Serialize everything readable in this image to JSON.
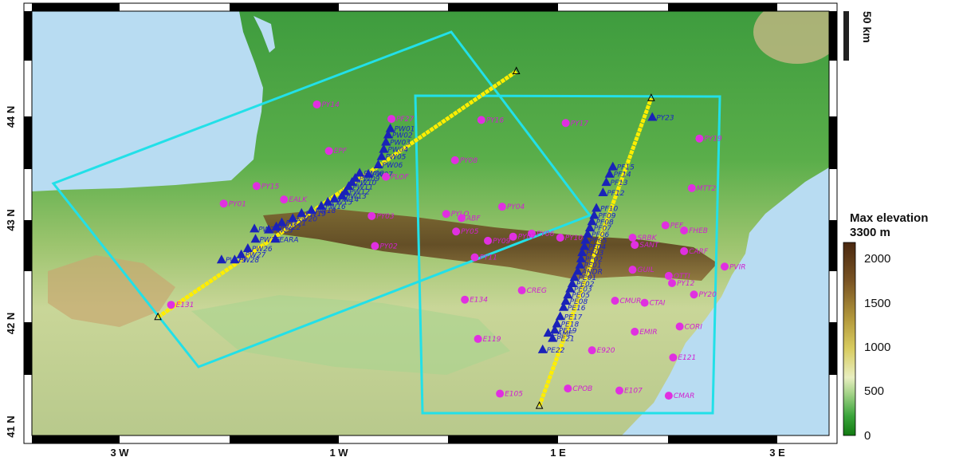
{
  "map": {
    "lon_labels": [
      {
        "text": "3 W",
        "lon": -3
      },
      {
        "text": "1 W",
        "lon": -1
      },
      {
        "text": "1 E",
        "lon": 1
      },
      {
        "text": "3 E",
        "lon": 3
      }
    ],
    "lat_labels": [
      {
        "text": "41 N",
        "lat": 41
      },
      {
        "text": "42 N",
        "lat": 42
      },
      {
        "text": "43 N",
        "lat": 43
      },
      {
        "text": "44 N",
        "lat": 44
      }
    ],
    "scale_bar": {
      "label": "50 km"
    },
    "legend": {
      "title_line1": "Max elevation",
      "title_line2": "3300 m",
      "ticks": [
        "2000",
        "1500",
        "1000",
        "500",
        "0"
      ]
    },
    "colors": {
      "sea": "#b8dcf2",
      "profile_box": "#22e0e8",
      "profile_line": "#ffee00",
      "blue_station": "#1a22b8",
      "magenta_station": "#e030e0",
      "blue_label": "#1a22c8",
      "magenta_label": "#d020d0"
    },
    "blue_stations": [
      {
        "name": "PY23",
        "lon": 1.86,
        "lat": 44.0
      },
      {
        "name": "PF15",
        "lon": 1.5,
        "lat": 43.52
      },
      {
        "name": "PF14",
        "lon": 1.47,
        "lat": 43.45
      },
      {
        "name": "PF13",
        "lon": 1.44,
        "lat": 43.37
      },
      {
        "name": "PF12",
        "lon": 1.41,
        "lat": 43.27
      },
      {
        "name": "PF10",
        "lon": 1.35,
        "lat": 43.12
      },
      {
        "name": "PF09",
        "lon": 1.33,
        "lat": 43.05
      },
      {
        "name": "PF08",
        "lon": 1.31,
        "lat": 42.99
      },
      {
        "name": "PF07",
        "lon": 1.29,
        "lat": 42.93
      },
      {
        "name": "PF06",
        "lon": 1.27,
        "lat": 42.87
      },
      {
        "name": "PF05",
        "lon": 1.25,
        "lat": 42.81
      },
      {
        "name": "PF04",
        "lon": 1.24,
        "lat": 42.75
      },
      {
        "name": "PF03",
        "lon": 1.22,
        "lat": 42.69
      },
      {
        "name": "PF02",
        "lon": 1.21,
        "lat": 42.63
      },
      {
        "name": "PF01",
        "lon": 1.2,
        "lat": 42.57
      },
      {
        "name": "ANDR",
        "lon": 1.18,
        "lat": 42.51
      },
      {
        "name": "PE01",
        "lon": 1.15,
        "lat": 42.45
      },
      {
        "name": "PE02",
        "lon": 1.13,
        "lat": 42.39
      },
      {
        "name": "PE03",
        "lon": 1.11,
        "lat": 42.34
      },
      {
        "name": "PE05",
        "lon": 1.09,
        "lat": 42.28
      },
      {
        "name": "PE08",
        "lon": 1.07,
        "lat": 42.22
      },
      {
        "name": "PE16",
        "lon": 1.05,
        "lat": 42.16
      },
      {
        "name": "PE17",
        "lon": 1.02,
        "lat": 42.07
      },
      {
        "name": "PE18",
        "lon": 0.99,
        "lat": 42.0
      },
      {
        "name": "PE19",
        "lon": 0.97,
        "lat": 41.94
      },
      {
        "name": "CAME",
        "lon": 0.91,
        "lat": 41.91
      },
      {
        "name": "PE21",
        "lon": 0.95,
        "lat": 41.86
      },
      {
        "name": "PE22",
        "lon": 0.86,
        "lat": 41.75
      },
      {
        "name": "PW01",
        "lon": -0.53,
        "lat": 43.89
      },
      {
        "name": "PW02",
        "lon": -0.55,
        "lat": 43.83
      },
      {
        "name": "PW03",
        "lon": -0.57,
        "lat": 43.76
      },
      {
        "name": "PW04",
        "lon": -0.59,
        "lat": 43.69
      },
      {
        "name": "PW05",
        "lon": -0.61,
        "lat": 43.62
      },
      {
        "name": "PW06",
        "lon": -0.64,
        "lat": 43.54
      },
      {
        "name": "PW07",
        "lon": -0.73,
        "lat": 43.45
      },
      {
        "name": "PW08",
        "lon": -0.81,
        "lat": 43.46
      },
      {
        "name": "PW09",
        "lon": -0.85,
        "lat": 43.41
      },
      {
        "name": "PW10",
        "lon": -0.88,
        "lat": 43.37
      },
      {
        "name": "PW11",
        "lon": -0.91,
        "lat": 43.33
      },
      {
        "name": "PW12",
        "lon": -0.94,
        "lat": 43.28
      },
      {
        "name": "PW13",
        "lon": -0.97,
        "lat": 43.24
      },
      {
        "name": "PW14",
        "lon": -1.04,
        "lat": 43.21
      },
      {
        "name": "PW15",
        "lon": -1.1,
        "lat": 43.18
      },
      {
        "name": "PW16",
        "lon": -1.16,
        "lat": 43.14
      },
      {
        "name": "PW18",
        "lon": -1.25,
        "lat": 43.1
      },
      {
        "name": "PW19",
        "lon": -1.34,
        "lat": 43.07
      },
      {
        "name": "PW20",
        "lon": -1.42,
        "lat": 43.02
      },
      {
        "name": "PW21",
        "lon": -1.52,
        "lat": 42.98
      },
      {
        "name": "PW22",
        "lon": -1.57,
        "lat": 42.94
      },
      {
        "name": "PW23",
        "lon": -1.64,
        "lat": 42.91
      },
      {
        "name": "PW24",
        "lon": -1.77,
        "lat": 42.92
      },
      {
        "name": "PW25",
        "lon": -1.76,
        "lat": 42.82
      },
      {
        "name": "EARA",
        "lon": -1.58,
        "lat": 42.82
      },
      {
        "name": "PW26",
        "lon": -1.83,
        "lat": 42.73
      },
      {
        "name": "PW27",
        "lon": -1.89,
        "lat": 42.67
      },
      {
        "name": "PW28",
        "lon": -1.95,
        "lat": 42.62
      },
      {
        "name": "PW29",
        "lon": -2.07,
        "lat": 42.62
      }
    ],
    "magenta_stations": [
      {
        "name": "PY14",
        "lon": -1.2,
        "lat": 44.12
      },
      {
        "name": "PF27",
        "lon": -0.52,
        "lat": 43.98
      },
      {
        "name": "PY16",
        "lon": 0.3,
        "lat": 43.97
      },
      {
        "name": "PY17",
        "lon": 1.07,
        "lat": 43.94
      },
      {
        "name": "PY19",
        "lon": 2.29,
        "lat": 43.79
      },
      {
        "name": "EPF",
        "lon": -1.09,
        "lat": 43.67
      },
      {
        "name": "PY08",
        "lon": 0.06,
        "lat": 43.58
      },
      {
        "name": "PLOF",
        "lon": -0.57,
        "lat": 43.42
      },
      {
        "name": "MTT2",
        "lon": 2.22,
        "lat": 43.31
      },
      {
        "name": "PY15",
        "lon": -1.75,
        "lat": 43.33
      },
      {
        "name": "PY04",
        "lon": 0.49,
        "lat": 43.13
      },
      {
        "name": "PY01",
        "lon": -2.05,
        "lat": 43.16
      },
      {
        "name": "EALK",
        "lon": -1.5,
        "lat": 43.2
      },
      {
        "name": "PYLO",
        "lon": -0.02,
        "lat": 43.06
      },
      {
        "name": "ABF",
        "lon": 0.12,
        "lat": 43.02
      },
      {
        "name": "PY03",
        "lon": -0.7,
        "lat": 43.04
      },
      {
        "name": "PEF",
        "lon": 1.98,
        "lat": 42.95
      },
      {
        "name": "FHEB",
        "lon": 2.15,
        "lat": 42.9
      },
      {
        "name": "PY05",
        "lon": 0.07,
        "lat": 42.89
      },
      {
        "name": "PY06",
        "lon": 0.76,
        "lat": 42.87
      },
      {
        "name": "PY07",
        "lon": 0.59,
        "lat": 42.84
      },
      {
        "name": "PY09",
        "lon": 0.36,
        "lat": 42.8
      },
      {
        "name": "PY10",
        "lon": 1.02,
        "lat": 42.83
      },
      {
        "name": "SRBK",
        "lon": 1.68,
        "lat": 42.83
      },
      {
        "name": "SANT",
        "lon": 1.7,
        "lat": 42.76
      },
      {
        "name": "CARF",
        "lon": 2.15,
        "lat": 42.7
      },
      {
        "name": "PY02",
        "lon": -0.67,
        "lat": 42.75
      },
      {
        "name": "PY11",
        "lon": 0.24,
        "lat": 42.64
      },
      {
        "name": "PVIR",
        "lon": 2.52,
        "lat": 42.55
      },
      {
        "name": "GUIL",
        "lon": 1.68,
        "lat": 42.52
      },
      {
        "name": "OTTI",
        "lon": 2.01,
        "lat": 42.46
      },
      {
        "name": "PY12",
        "lon": 2.04,
        "lat": 42.39
      },
      {
        "name": "PY20",
        "lon": 2.24,
        "lat": 42.28
      },
      {
        "name": "CREG",
        "lon": 0.67,
        "lat": 42.32
      },
      {
        "name": "CMUR",
        "lon": 1.52,
        "lat": 42.22
      },
      {
        "name": "CTAI",
        "lon": 1.79,
        "lat": 42.2
      },
      {
        "name": "E134",
        "lon": 0.15,
        "lat": 42.23
      },
      {
        "name": "E131",
        "lon": -2.53,
        "lat": 42.18
      },
      {
        "name": "CORI",
        "lon": 2.11,
        "lat": 41.97
      },
      {
        "name": "EMIR",
        "lon": 1.7,
        "lat": 41.92
      },
      {
        "name": "E119",
        "lon": 0.27,
        "lat": 41.85
      },
      {
        "name": "E920",
        "lon": 1.31,
        "lat": 41.74
      },
      {
        "name": "E121",
        "lon": 2.05,
        "lat": 41.67
      },
      {
        "name": "CPOB",
        "lon": 1.09,
        "lat": 41.37
      },
      {
        "name": "E107",
        "lon": 1.56,
        "lat": 41.35
      },
      {
        "name": "CMAR",
        "lon": 2.01,
        "lat": 41.3
      },
      {
        "name": "E105",
        "lon": 0.47,
        "lat": 41.32
      }
    ]
  }
}
